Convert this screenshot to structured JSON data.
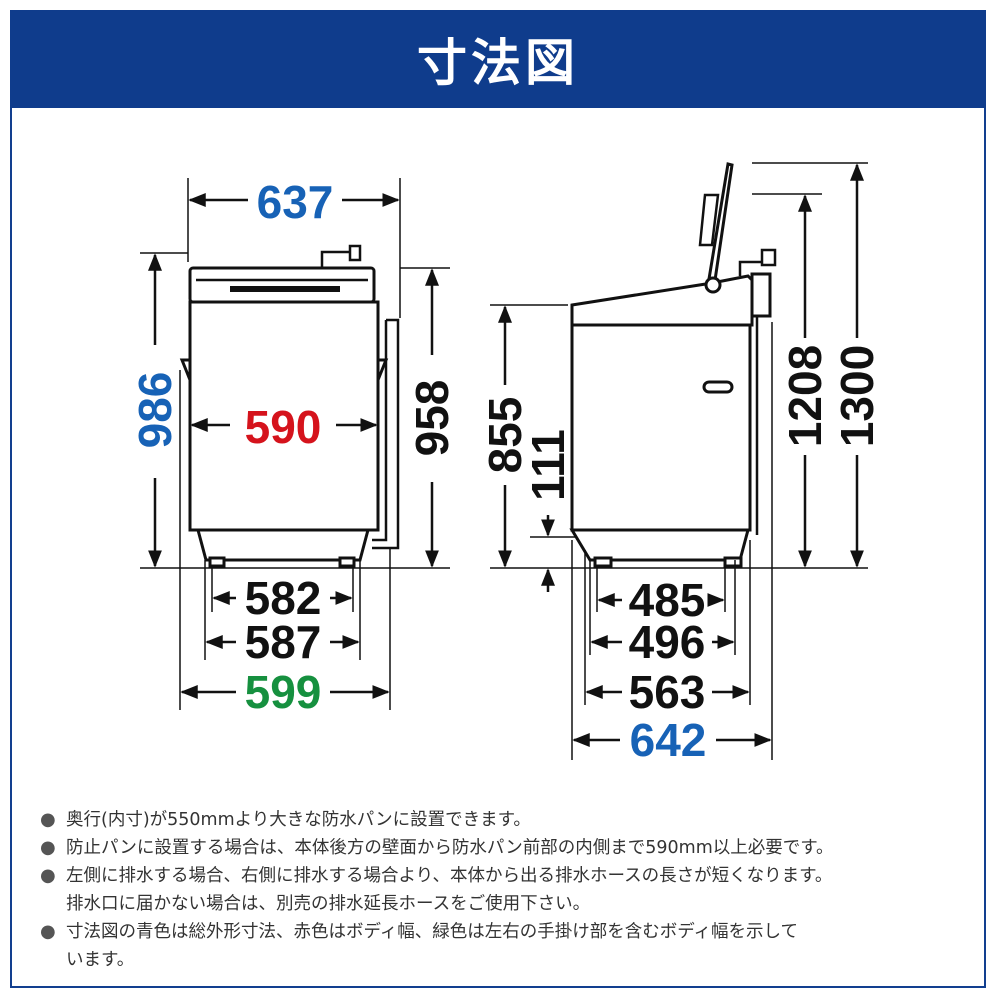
{
  "header": {
    "title": "寸法図"
  },
  "colors": {
    "header_bg": "#0f3c8c",
    "blue": "#1762b6",
    "red": "#d5131c",
    "green": "#16903f",
    "black": "#111111"
  },
  "front_view": {
    "overall_width": "637",
    "overall_height": "986",
    "body_width": "590",
    "height_958": "958",
    "width_582": "582",
    "width_587": "587",
    "width_599": "599"
  },
  "side_view": {
    "height_855": "855",
    "height_111": "111",
    "height_1208": "1208",
    "height_1300": "1300",
    "depth_485": "485",
    "depth_496": "496",
    "depth_563": "563",
    "depth_642": "642"
  },
  "notes": [
    "奥行(内寸)が550mmより大きな防水パンに設置できます。",
    "防止パンに設置する場合は、本体後方の壁面から防水パン前部の内側まで590mm以上必要です。",
    "左側に排水する場合、右側に排水する場合より、本体から出る排水ホースの長さが短くなります。",
    "排水口に届かない場合は、別売の排水延長ホースをご使用下さい。",
    "寸法図の青色は総外形寸法、赤色はボディ幅、緑色は左右の手掛け部を含むボディ幅を示して",
    "います。"
  ]
}
